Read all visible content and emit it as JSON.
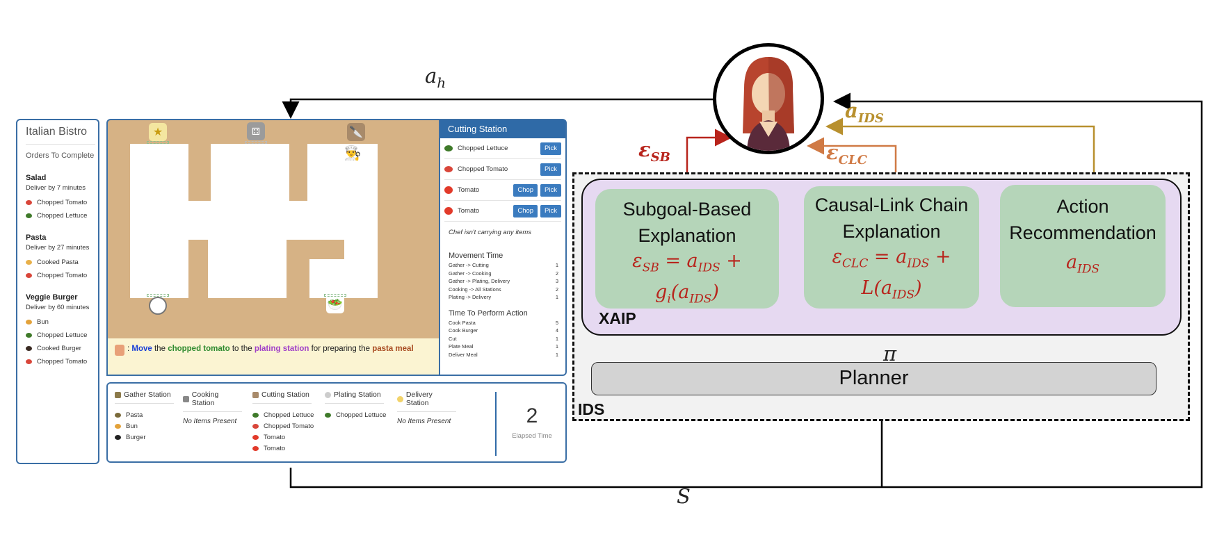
{
  "orders_panel": {
    "title": "Italian Bistro",
    "subtitle": "Orders To Complete",
    "orders": [
      {
        "name": "Salad",
        "deliver": "Deliver by 7 minutes",
        "items": [
          "Chopped Tomato",
          "Chopped Lettuce"
        ]
      },
      {
        "name": "Pasta",
        "deliver": "Deliver by 27 minutes",
        "items": [
          "Cooked Pasta",
          "Chopped Tomato"
        ]
      },
      {
        "name": "Veggie Burger",
        "deliver": "Deliver by 60 minutes",
        "items": [
          "Bun",
          "Chopped Lettuce",
          "Cooked Burger",
          "Chopped Tomato"
        ]
      }
    ]
  },
  "board": {
    "message": {
      "verb": "Move",
      "t1": " the ",
      "item": "chopped tomato",
      "t2": " to the ",
      "station": "plating station",
      "t3": " for preparing the ",
      "meal": "pasta meal"
    }
  },
  "cutting_station": {
    "title": "Cutting Station",
    "rows": [
      {
        "label": "Chopped Lettuce",
        "buttons": [
          "Pick"
        ]
      },
      {
        "label": "Chopped Tomato",
        "buttons": [
          "Pick"
        ]
      },
      {
        "label": "Tomato",
        "buttons": [
          "Chop",
          "Pick"
        ]
      },
      {
        "label": "Tomato",
        "buttons": [
          "Chop",
          "Pick"
        ]
      }
    ],
    "note": "Chef isn't carrying any items",
    "movement_title": "Movement Time",
    "movement": [
      {
        "k": "Gather -> Cutting",
        "v": "1"
      },
      {
        "k": "Gather -> Cooking",
        "v": "2"
      },
      {
        "k": "Gather -> Plating, Delivery",
        "v": "3"
      },
      {
        "k": "Cooking -> All Stations",
        "v": "2"
      },
      {
        "k": "Plating -> Delivery",
        "v": "1"
      }
    ],
    "action_title": "Time To Perform Action",
    "actions": [
      {
        "k": "Cook Pasta",
        "v": "5"
      },
      {
        "k": "Cook Burger",
        "v": "4"
      },
      {
        "k": "Cut",
        "v": "1"
      },
      {
        "k": "Plate Meal",
        "v": "1"
      },
      {
        "k": "Deliver Meal",
        "v": "1"
      }
    ]
  },
  "stations": {
    "columns": [
      {
        "head": "Gather Station",
        "items": [
          "Pasta",
          "Bun",
          "Burger"
        ],
        "empty": ""
      },
      {
        "head": "Cooking Station",
        "items": [],
        "empty": "No Items Present"
      },
      {
        "head": "Cutting Station",
        "items": [
          "Chopped Lettuce",
          "Chopped Tomato",
          "Tomato",
          "Tomato"
        ],
        "empty": ""
      },
      {
        "head": "Plating Station",
        "items": [
          "Chopped Lettuce"
        ],
        "empty": ""
      },
      {
        "head": "Delivery Station",
        "items": [],
        "empty": "No Items Present"
      }
    ],
    "elapsed_value": "2",
    "elapsed_label": "Elapsed Time"
  },
  "diagram": {
    "a_h": "a",
    "a_h_sub": "h",
    "eps_sb": "ε",
    "eps_sb_sub": "SB",
    "eps_clc": "ε",
    "eps_clc_sub": "CLC",
    "a_ids": "a",
    "a_ids_sub": "IDS",
    "pi": "π",
    "s": "S",
    "cards": {
      "sb_title_1": "Subgoal-Based",
      "sb_title_2": "Explanation",
      "sb_eq_1a": "ε",
      "sb_eq_1a_sub": "SB",
      "sb_eq_1b": " = a",
      "sb_eq_1b_sub": "IDS",
      "sb_eq_1c": " +",
      "sb_eq_2a": "g",
      "sb_eq_2a_sub": "i",
      "sb_eq_2b": "(a",
      "sb_eq_2b_sub": "IDS",
      "sb_eq_2c": ")",
      "clc_title_1": "Causal-Link Chain",
      "clc_title_2": "Explanation",
      "clc_eq_1a": "ε",
      "clc_eq_1a_sub": "CLC",
      "clc_eq_1b": " = a",
      "clc_eq_1b_sub": "IDS",
      "clc_eq_1c": " +",
      "clc_eq_2a": "L(a",
      "clc_eq_2a_sub": "IDS",
      "clc_eq_2b": ")",
      "ar_title_1": "Action",
      "ar_title_2": "Recommendation",
      "ar_eq_a": "a",
      "ar_eq_sub": "IDS"
    },
    "xaip_label": "XAIP",
    "ids_label": "IDS",
    "planner_label": "Planner"
  },
  "colors": {
    "red": "#b8241c",
    "orange": "#d07a45",
    "gold": "#b8902e",
    "green_card": "#b5d5b9",
    "xaip_fill": "#e6d9f1",
    "panel_blue": "#2f6aa7"
  }
}
